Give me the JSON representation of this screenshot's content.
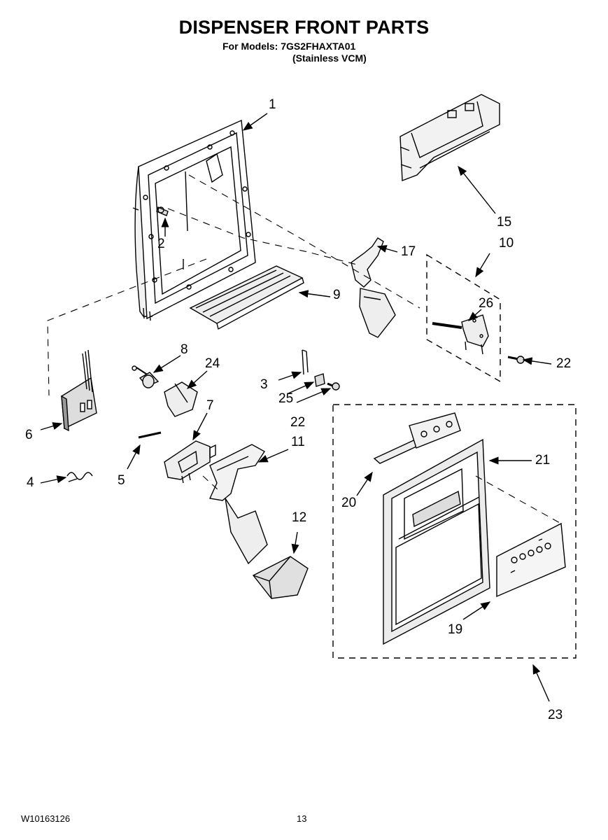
{
  "header": {
    "title": "DISPENSER FRONT PARTS",
    "models": "For Models: 7GS2FHAXTA01",
    "variant": "(Stainless VCM)"
  },
  "footer": {
    "doc_number": "W10163126",
    "page_number": "13"
  },
  "callouts": {
    "c1": "1",
    "c2": "2",
    "c3": "3",
    "c4": "4",
    "c5": "5",
    "c6": "6",
    "c7": "7",
    "c8": "8",
    "c9": "9",
    "c10": "10",
    "c11": "11",
    "c12": "12",
    "c15": "15",
    "c17": "17",
    "c19": "19",
    "c20": "20",
    "c21": "21",
    "c22a": "22",
    "c22b": "22",
    "c23": "23",
    "c24": "24",
    "c25": "25",
    "c26": "26"
  }
}
